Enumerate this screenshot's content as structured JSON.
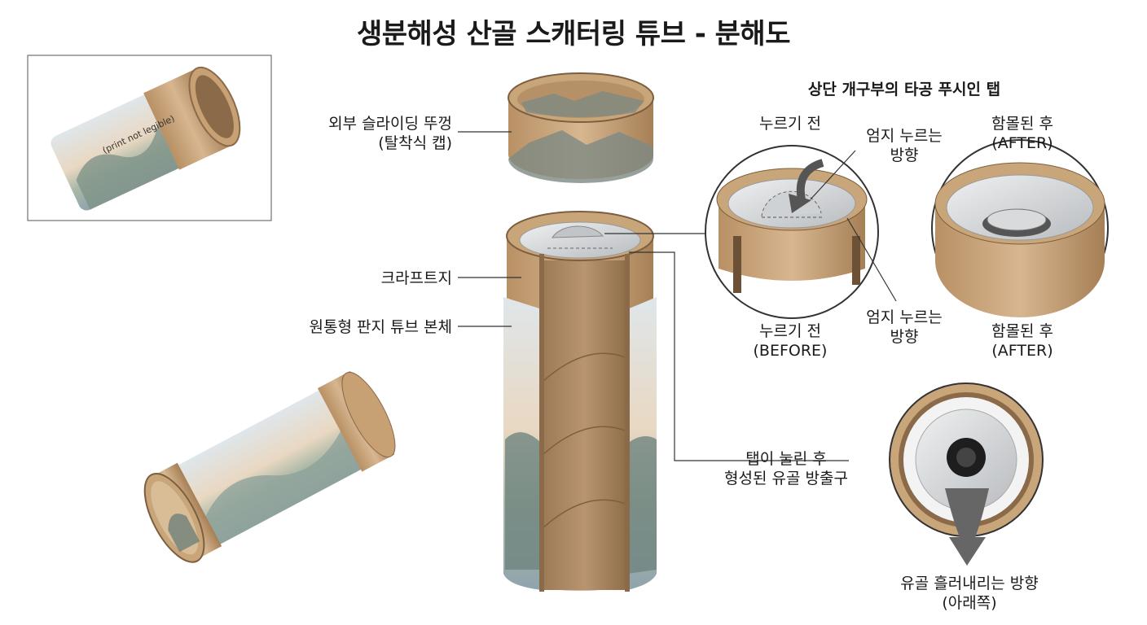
{
  "title": "생분해성 산골 스캐터링 튜브 - 분해도",
  "thumbnail": {
    "print": "(print not legible)"
  },
  "labels": {
    "lid_line1": "외부 슬라이딩 뚜껑",
    "lid_line2": "(탈착식 캡)",
    "kraft": "크라프트지",
    "body": "원통형 판지 튜브 본체",
    "spout_line1": "탭이 눌린 후",
    "spout_line2": "형성된 유골 방출구"
  },
  "detail": {
    "title": "상단 개구부의 타공 푸시인 탭",
    "before_top": "누르기 전",
    "press_top_line1": "엄지 누르는",
    "press_top_line2": "방향",
    "after_top_line1": "함몰된 후",
    "after_top_line2": "(AFTER)",
    "before_bottom_line1": "누르기 전",
    "before_bottom_line2": "(BEFORE)",
    "press_bottom_line1": "엄지 누르는",
    "press_bottom_line2": "방향",
    "after_bottom_line1": "함몰된 후",
    "after_bottom_line2": "(AFTER)"
  },
  "flow": {
    "line1": "유골 흘러내리는 방향",
    "line2": "(아래쪽)"
  },
  "colors": {
    "kraft": "#c9a57a",
    "kraft_dark": "#a8845a",
    "paper_blue": "#c9d6de",
    "metal": "#d4d6d8",
    "arrow": "#555555"
  }
}
